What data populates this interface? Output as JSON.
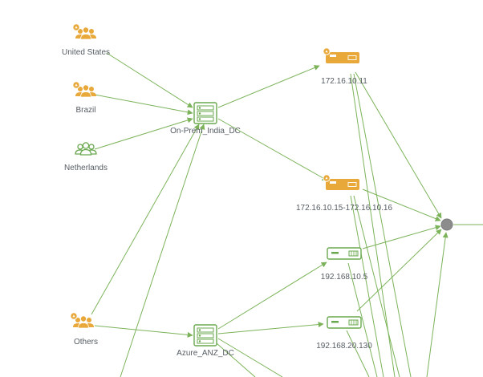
{
  "colors": {
    "edge": "#7cb35a",
    "warn": "#e8a83a",
    "ok": "#6aa84f",
    "hub": "#8c8c8c",
    "label": "#555c63"
  },
  "nodes": {
    "united_states": {
      "label": "United States",
      "icon": "user-group-warning-icon"
    },
    "brazil": {
      "label": "Brazil",
      "icon": "user-group-warning-icon"
    },
    "netherlands": {
      "label": "Netherlands",
      "icon": "user-group-icon"
    },
    "others": {
      "label": "Others",
      "icon": "user-group-warning-icon"
    },
    "onprem_india_dc": {
      "label": "On-Prem_India_DC",
      "icon": "datacenter-icon"
    },
    "azure_anz_dc": {
      "label": "Azure_ANZ_DC",
      "icon": "datacenter-icon"
    },
    "srv_172_16_10_11": {
      "label": "172.16.10.11",
      "icon": "appliance-warning-icon"
    },
    "srv_172_range": {
      "label": "172.16.10.15-172.16.10.16",
      "icon": "appliance-warning-icon"
    },
    "srv_192_168_10_5": {
      "label": "192.168.10.5",
      "icon": "appliance-icon"
    },
    "srv_192_168_20_130": {
      "label": "192.168.20.130",
      "icon": "appliance-icon"
    },
    "hub": {
      "label": "",
      "icon": "hub-node-icon"
    }
  }
}
